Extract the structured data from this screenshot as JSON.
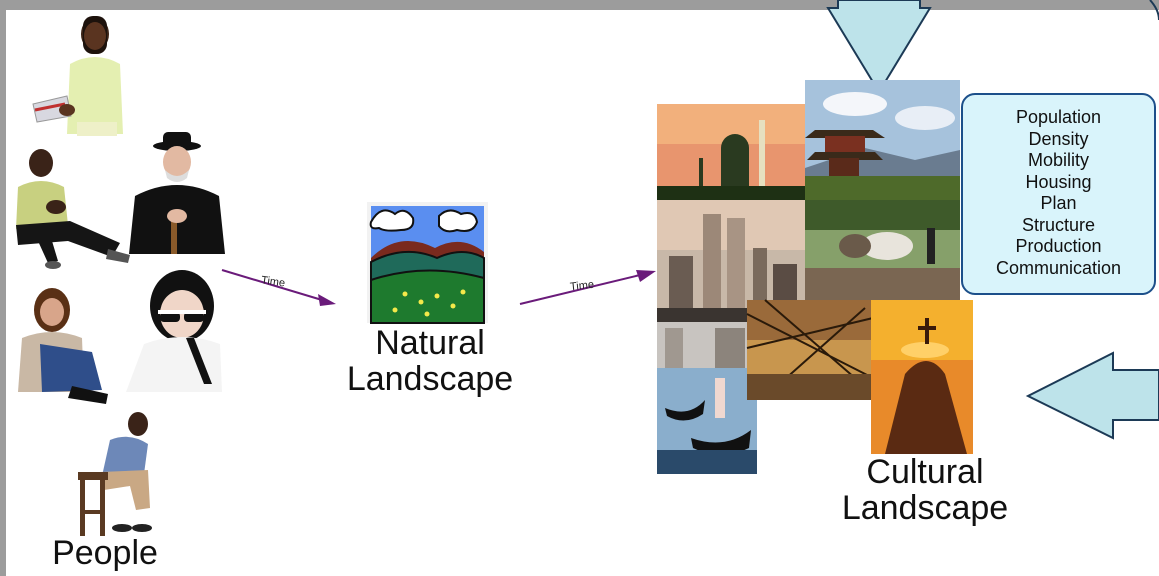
{
  "labels": {
    "people": "People",
    "natural": [
      "Natural",
      "Landscape"
    ],
    "cultural": [
      "Cultural",
      "Landscape"
    ],
    "time_1": "Time",
    "time_2": "Time"
  },
  "factors": [
    "Population",
    "Density",
    "Mobility",
    "Housing",
    "Plan",
    "Structure",
    "Production",
    "Communication"
  ],
  "colors": {
    "arrow": "#6a1b7a",
    "box_fill": "#d9f4fb",
    "box_border": "#1c4f8a",
    "big_arrow_fill": "#bde3ea",
    "big_arrow_stroke": "#1c3a56"
  }
}
